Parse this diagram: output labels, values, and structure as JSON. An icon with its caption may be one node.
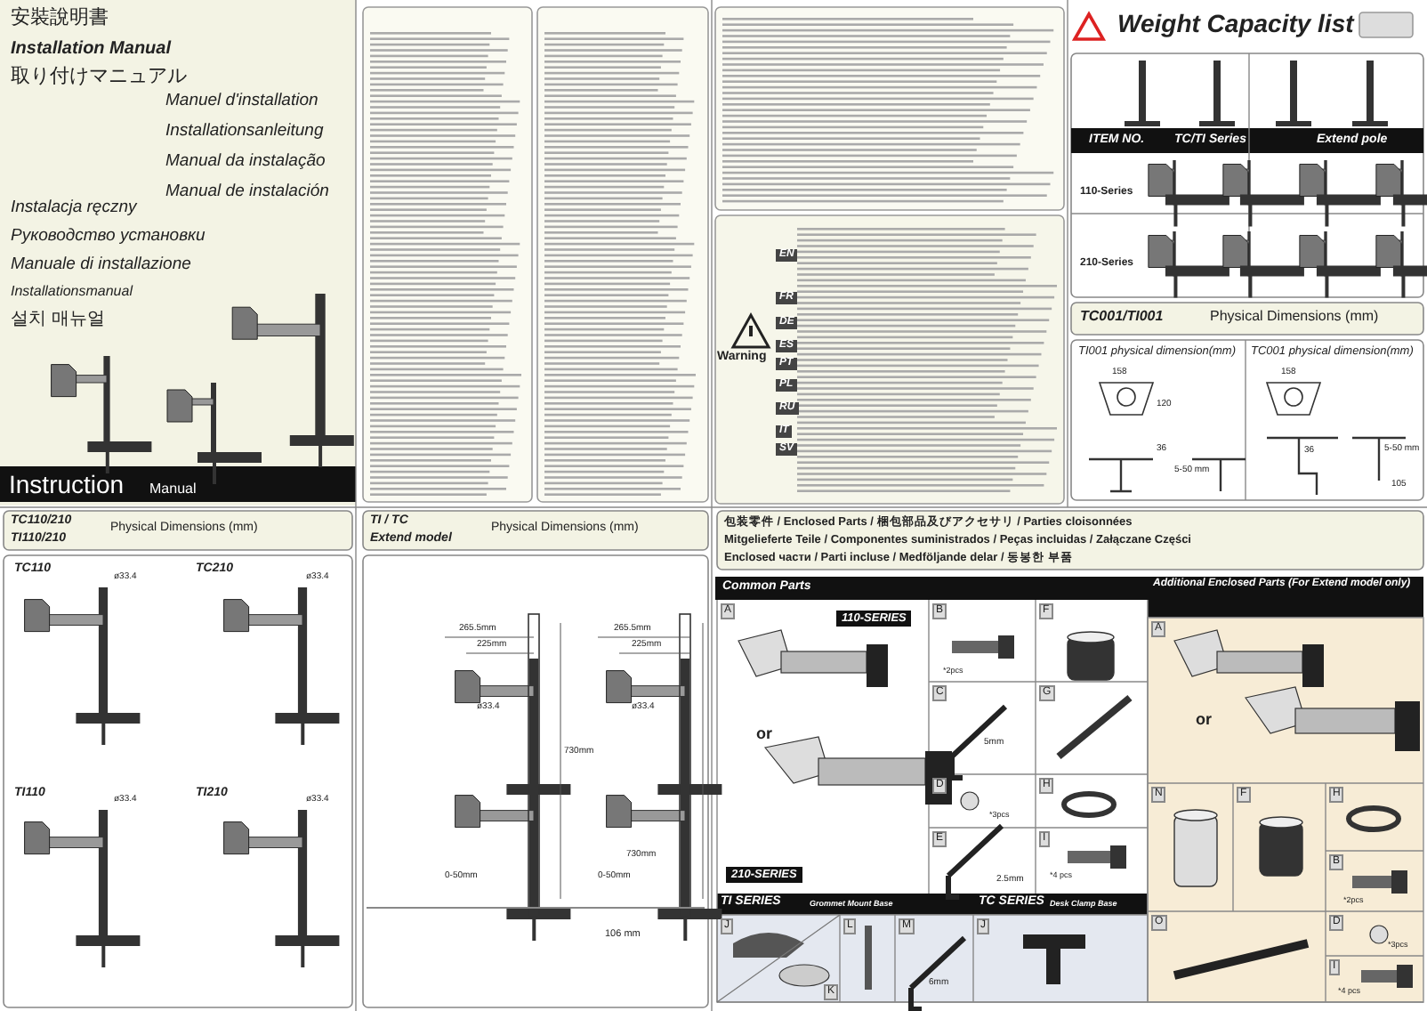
{
  "diagram": {
    "labels": [
      "安裝說明書",
      "Installation Manual",
      "取り付けマニュアル",
      "Manuel d'installation",
      "Installationsanleitung",
      "Manual da instalação",
      "Manual de instalación",
      "Instalacja ręczny",
      "Руководство установки",
      "Manuale di installazione",
      "Installationsmanual",
      "설치 매뉴얼",
      "Instruction",
      "Manual",
      "Weight Capacity list",
      "ITEM NO.",
      "TC/TI Series",
      "Extend pole",
      "110-Series",
      "210-Series",
      "TC001/TI001",
      "Physical Dimensions (mm)",
      "TI001 physical dimension(mm)",
      "TC001 physical dimension(mm)",
      "158",
      "120",
      "36",
      "5-50 mm",
      "158",
      "36",
      "5-50 mm",
      "105",
      "Warning",
      "EN",
      "FR",
      "DE",
      "ES",
      "PT",
      "PL",
      "RU",
      "IT",
      "SV",
      "TC110/210",
      "TI110/210",
      "Physical Dimensions (mm)",
      "TC110",
      "TC210",
      "TI110",
      "TI210",
      "ø33.4",
      "ø33.4",
      "ø33.4",
      "ø33.4",
      "TI / TC",
      "Extend model",
      "Physical Dimensions (mm)",
      "265.5mm",
      "225mm",
      "ø33.4",
      "730mm",
      "0-50mm",
      "265.5mm",
      "225mm",
      "ø33.4",
      "730mm",
      "0-50mm",
      "106 mm",
      "包装零件 / Enclosed Parts / 梱包部品及びアクセサリ / Parties cloisonnées",
      "Mitgelieferte Teile / Componentes suministrados / Peças incluidas / Załączane Części",
      "Enclosed части / Parti incluse / Medföljande delar / 동봉한 부품",
      "Common Parts",
      "Additional Enclosed Parts (For Extend model only)",
      "A",
      "110-SERIES",
      "or",
      "210-SERIES",
      "B",
      "*2pcs",
      "F",
      "C",
      "5mm",
      "G",
      "D",
      "*3pcs",
      "H",
      "E",
      "2.5mm",
      "I",
      "*4 pcs",
      "TI SERIES",
      "Grommet Mount Base",
      "TC SERIES",
      "Desk Clamp Base",
      "J",
      "K",
      "L",
      "M",
      "6mm",
      "J",
      "A",
      "or",
      "N",
      "F",
      "H",
      "B",
      "*2pcs",
      "O",
      "D",
      "*3pcs",
      "I",
      "*4 pcs"
    ]
  }
}
